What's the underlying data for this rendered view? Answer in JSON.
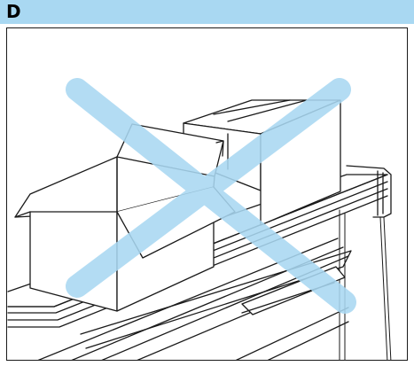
{
  "panel": {
    "letter": "D"
  },
  "illustration": {
    "subject": "boxes-on-shelf",
    "mark": "cross-out",
    "colors": {
      "header_bg": "#a9d8f2",
      "cross": "#a9d8f2",
      "line": "#1a1a1a"
    }
  }
}
